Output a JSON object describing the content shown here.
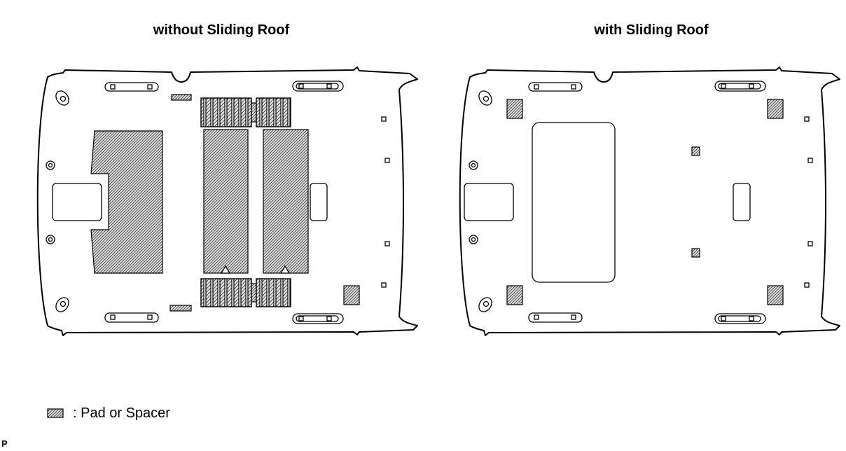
{
  "diagrams": [
    {
      "title": "without Sliding Roof"
    },
    {
      "title": "with Sliding Roof"
    }
  ],
  "legend": {
    "label": ": Pad or Spacer"
  },
  "footer": {
    "code": "P"
  },
  "style": {
    "line_color": "#000000",
    "background": "#ffffff"
  }
}
